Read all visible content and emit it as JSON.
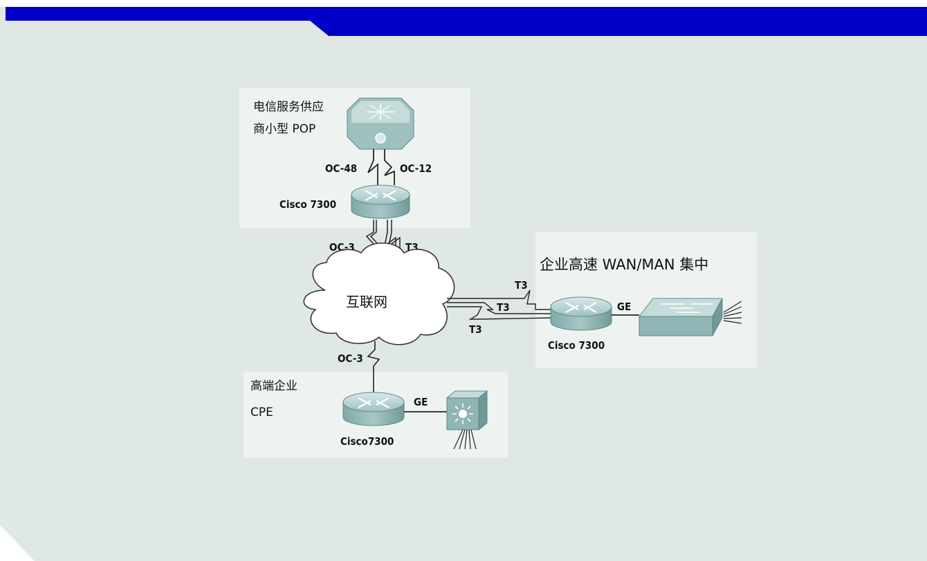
{
  "colors": {
    "accent_bar": "#0000c8",
    "background": "#e0e8e6",
    "panel": "#eef3f1",
    "device": "#8fb6b5"
  },
  "pop": {
    "title_line1": "电信服务供应",
    "title_line2": "商小型 POP",
    "link_left": "OC-48",
    "link_right": "OC-12",
    "router_label": "Cisco 7300"
  },
  "uplink": {
    "left": "OC-3",
    "right": "T3"
  },
  "cloud": {
    "label": "互联网"
  },
  "enterprise_agg": {
    "title": "企业高速 WAN/MAN 集中",
    "t3_top": "T3",
    "t3_mid": "T3",
    "t3_bottom": "T3",
    "ge_label": "GE",
    "router_label": "Cisco 7300"
  },
  "cpe": {
    "title_line1": "高端企业",
    "title_line2": "CPE",
    "uplink_label": "OC-3",
    "ge_label": "GE",
    "router_label": "Cisco7300"
  }
}
